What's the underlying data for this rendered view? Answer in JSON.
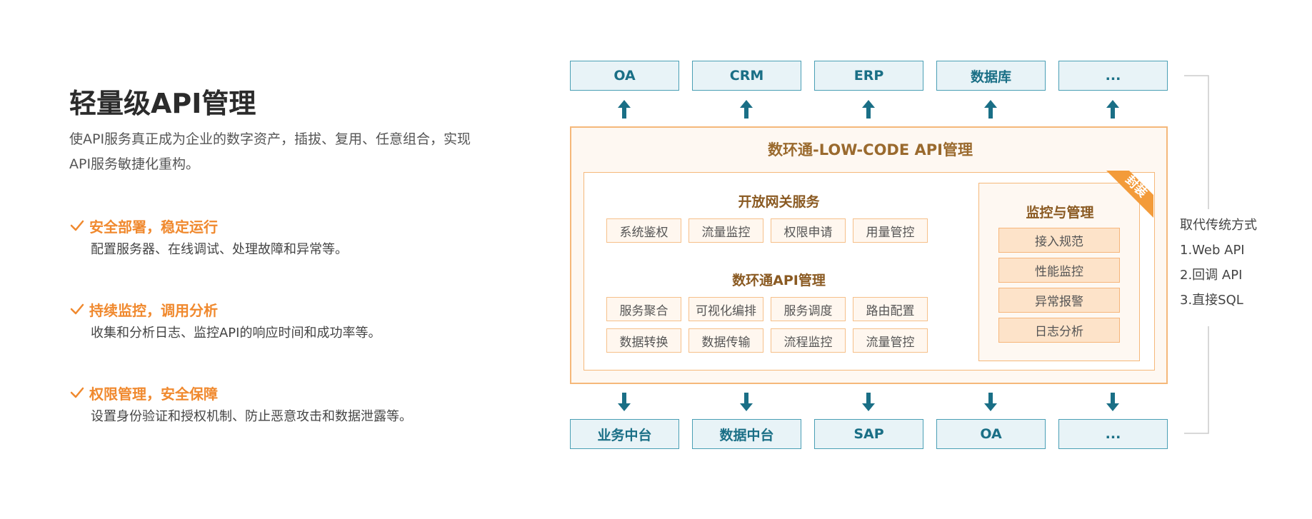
{
  "left": {
    "title": "轻量级API管理",
    "subtitle_line1": "使API服务真正成为企业的数字资产，插拔、复用、任意组合，实现",
    "subtitle_line2": "API服务敏捷化重构。",
    "features": [
      {
        "title": "安全部署，稳定运行",
        "desc": "配置服务器、在线调试、处理故障和异常等。"
      },
      {
        "title": "持续监控，调用分析",
        "desc": "收集和分析日志、监控API的响应时间和成功率等。"
      },
      {
        "title": "权限管理，安全保障",
        "desc": "设置身份验证和授权机制、防止恶意攻击和数据泄露等。"
      }
    ]
  },
  "diagram": {
    "top_systems": [
      "OA",
      "CRM",
      "ERP",
      "数据库",
      "..."
    ],
    "bottom_systems": [
      "业务中台",
      "数据中台",
      "SAP",
      "OA",
      "..."
    ],
    "platform_title": "数环通-LOW-CODE API管理",
    "gateway": {
      "title": "开放网关服务",
      "items": [
        "系统鉴权",
        "流量监控",
        "权限申请",
        "用量管控"
      ]
    },
    "api_mgmt": {
      "title": "数环通API管理",
      "items": [
        "服务聚合",
        "可视化编排",
        "服务调度",
        "路由配置",
        "数据转换",
        "数据传输",
        "流程监控",
        "流量管控"
      ]
    },
    "monitor": {
      "title": "监控与管理",
      "items": [
        "接入规范",
        "性能监控",
        "异常报警",
        "日志分析"
      ]
    },
    "ribbon": "封装",
    "replace": {
      "title": "取代传统方式",
      "items": [
        "1.Web API",
        "2.回调 API",
        "3.直接SQL"
      ]
    }
  },
  "colors": {
    "accent_orange": "#f0892e",
    "teal": "#1a6f86",
    "box_border": "#f5b87a"
  }
}
